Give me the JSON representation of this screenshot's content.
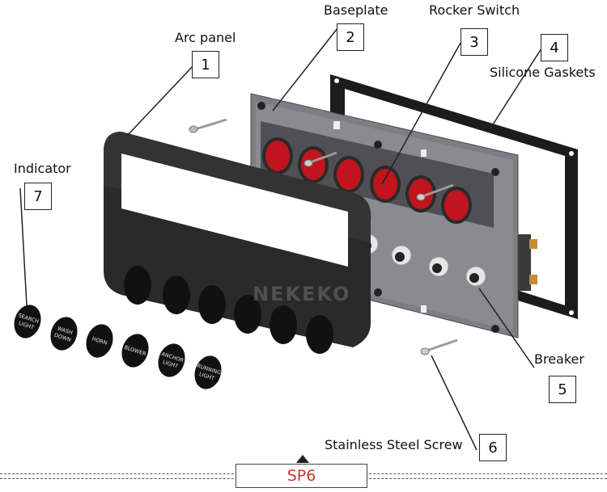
{
  "labels": {
    "arc_panel": "Arc panel",
    "baseplate": "Baseplate",
    "rocker_switch": "Rocker Switch",
    "silicone_gaskets": "Silicone Gaskets",
    "indicator": "Indicator",
    "breaker": "Breaker",
    "stainless_steel_screw": "Stainless Steel Screw"
  },
  "numbers": {
    "arc_panel": "1",
    "baseplate": "2",
    "rocker_switch": "3",
    "silicone_gaskets": "4",
    "breaker": "5",
    "stainless_steel_screw": "6",
    "indicator": "7"
  },
  "indicators": [
    {
      "line1": "SEARCH",
      "line2": "LIGHT"
    },
    {
      "line1": "WASH",
      "line2": "DOWN"
    },
    {
      "line1": "HORN",
      "line2": ""
    },
    {
      "line1": "BLOWER",
      "line2": ""
    },
    {
      "line1": "ANCHOR",
      "line2": "LIGHT"
    },
    {
      "line1": "RUNNING",
      "line2": "LIGHT"
    }
  ],
  "watermark": "NEKEKO",
  "footer": {
    "tab_label": "SP6"
  },
  "colors": {
    "rocker": "#c0141e",
    "panel": "#2b2b2b",
    "baseplate": "#7a7a80",
    "tab_text": "#c0392b"
  }
}
